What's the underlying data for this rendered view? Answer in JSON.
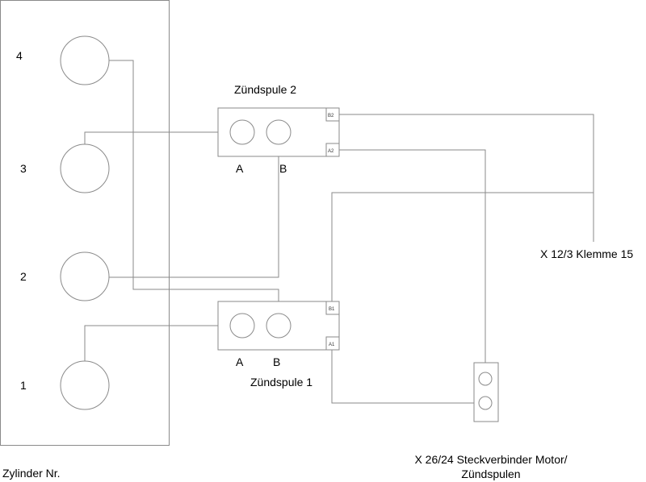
{
  "diagram": {
    "colors": {
      "line": "#8a8a8a",
      "text": "#000000",
      "background": "#ffffff"
    },
    "cylinder_block": {
      "title": "Zylinder Nr.",
      "cylinders": [
        {
          "number": "4"
        },
        {
          "number": "3"
        },
        {
          "number": "2"
        },
        {
          "number": "1"
        }
      ]
    },
    "coil_2": {
      "title": "Zündspule 2",
      "outputs": {
        "a": "A",
        "b": "B"
      },
      "pins": {
        "top": "B2",
        "bottom": "A2"
      }
    },
    "coil_1": {
      "title": "Zündspule 1",
      "outputs": {
        "a": "A",
        "b": "B"
      },
      "pins": {
        "top": "B1",
        "bottom": "A1"
      }
    },
    "terminal_15": {
      "label": "X 12/3 Klemme 15"
    },
    "connector": {
      "label_line1": "X 26/24 Steckverbinder Motor/",
      "label_line2": "Zündspulen"
    },
    "connections": [
      {
        "from": "Zylinder 4",
        "to": "Zündspule 1 B"
      },
      {
        "from": "Zylinder 3",
        "to": "Zündspule 2 A"
      },
      {
        "from": "Zylinder 2",
        "to": "Zündspule 2 B"
      },
      {
        "from": "Zylinder 1",
        "to": "Zündspule 1 A"
      },
      {
        "from": "Zündspule 2 B2",
        "to": "X 12/3 Klemme 15"
      },
      {
        "from": "Zündspule 1 B1",
        "to": "X 12/3 Klemme 15"
      },
      {
        "from": "Zündspule 2 A2",
        "to": "X 26/24 Pin 1"
      },
      {
        "from": "Zündspule 1 A1",
        "to": "X 26/24 Pin 2"
      }
    ]
  }
}
